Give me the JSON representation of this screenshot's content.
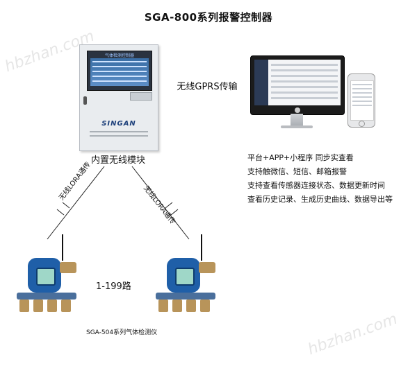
{
  "title": "SGA-800系列报警控制器",
  "controller_label": "内置无线模块",
  "controller_screen_title": "气体检测控制器",
  "brand": "SINGAN",
  "gprs_label": "无线GPRS传输",
  "features": [
    "平台+APP+小程序 同步实查看",
    "支持触微信、短信、邮箱报警",
    "支持查看传感器连接状态、数据更新时间",
    "查看历史记录、生成历史曲线、数据导出等"
  ],
  "lora_left": "无线LORA通传",
  "lora_right": "无线LORA通传",
  "channel_label": "1-199路",
  "sensor_caption": "SGA-504系列气体检测仪",
  "watermark": "hbzhan.com",
  "colors": {
    "sensor_blue": "#1f5fa8",
    "brass": "#b8945a",
    "controller_gray": "#e9ecef"
  }
}
